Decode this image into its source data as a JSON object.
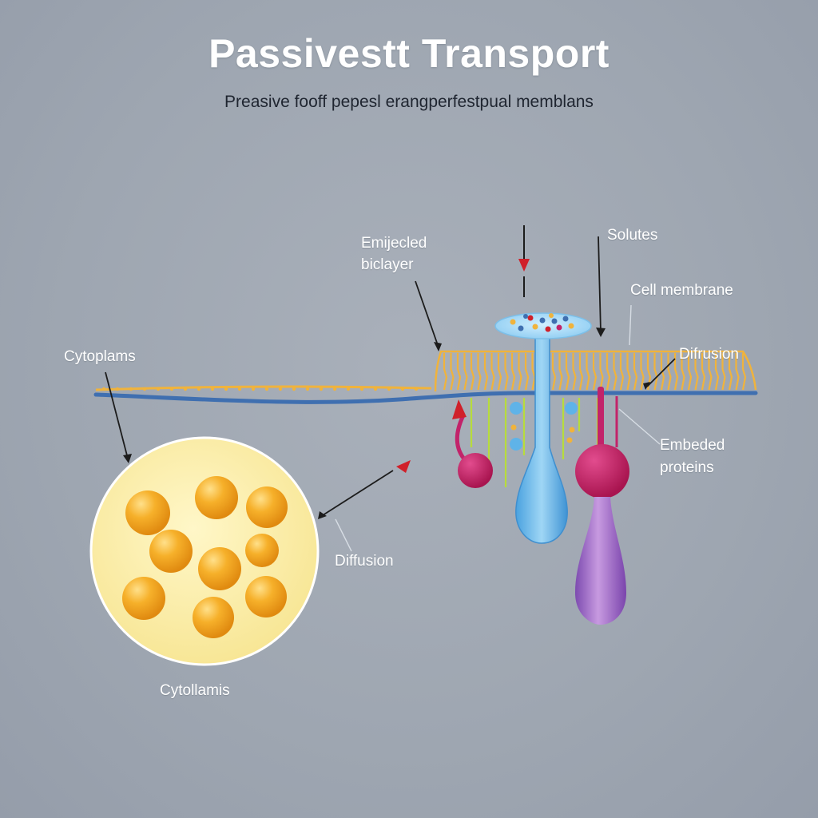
{
  "title": "Passivestt Transport",
  "subtitle": "Preasive fooff pepesl erangperfestpual memblans",
  "labels": {
    "emijecled_line1": "Emijecled",
    "emijecled_line2": "biclayer",
    "solutes": "Solutes",
    "cell_membrane": "Cell membrane",
    "diffusion_right": "Difrusion",
    "cytoplams": "Cytoplams",
    "embeded_line1": "Embeded",
    "embeded_line2": "proteins",
    "diffusion_center": "Diffusion",
    "cytollamis": "Cytollamis"
  },
  "colors": {
    "background": "#9ea6b1",
    "membrane_blue": "#3f6fb0",
    "lipid_orange": "#f0b33c",
    "vesicle_fill": "#fbeea4",
    "vesicle_sphere": "#f2a018",
    "channel_blue": "#67b6e6",
    "protein_magenta": "#c2236a",
    "protein_purple": "#9a62c0",
    "arrow_red": "#d0202a",
    "filament_green": "#b7dc3c"
  }
}
